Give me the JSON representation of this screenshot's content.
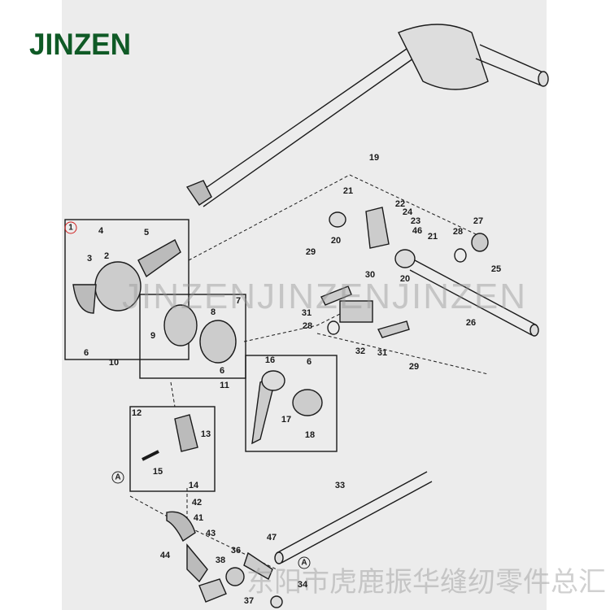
{
  "brand": {
    "logo": "JINZEN"
  },
  "watermarks": {
    "latin": "JINZENJINZENJINZEN",
    "chinese": "东阳市虎鹿振华缝纫零件总汇"
  },
  "colors": {
    "logo": "#0f5a26",
    "paper": "#ececec",
    "ink": "#1a1a1a",
    "highlight": "#d02020"
  },
  "callouts": {
    "group_marker": "A"
  },
  "part_labels": [
    "1",
    "4",
    "5",
    "2",
    "3",
    "6",
    "7",
    "8",
    "9",
    "6",
    "10",
    "11",
    "12",
    "13",
    "15",
    "14",
    "16",
    "6",
    "17",
    "18",
    "19",
    "21",
    "22",
    "24",
    "23",
    "46",
    "21",
    "20",
    "20",
    "29",
    "30",
    "31",
    "32",
    "28",
    "31",
    "29",
    "26",
    "27",
    "28",
    "25",
    "33",
    "42",
    "41",
    "43",
    "44",
    "47",
    "38",
    "36",
    "37",
    "34"
  ]
}
